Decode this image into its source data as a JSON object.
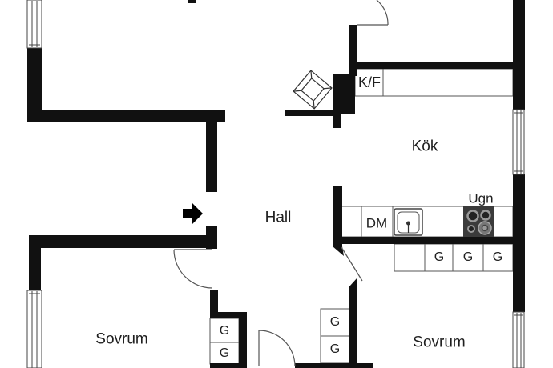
{
  "floorplan": {
    "rooms": {
      "hall": "Hall",
      "kitchen": "Kök",
      "bedroom_left": "Sovrum",
      "bedroom_right": "Sovrum"
    },
    "appliances": {
      "fridge_freezer": "K/F",
      "dishwasher": "DM",
      "oven": "Ugn"
    },
    "labels": {
      "closet": "G"
    },
    "colors": {
      "wall": "#111111",
      "thin_line": "#555555",
      "stove_base": "#3b3b3b",
      "burner_ring": "#999999",
      "text": "#1f1f1f",
      "background": "#ffffff"
    }
  }
}
